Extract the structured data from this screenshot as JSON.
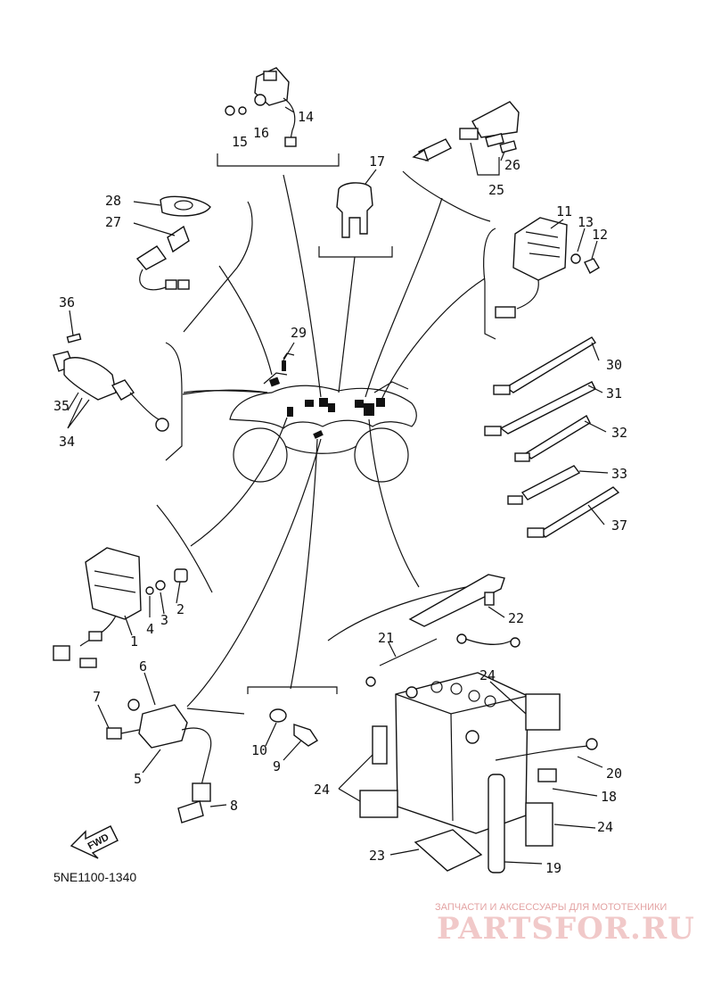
{
  "callouts": [
    {
      "n": "1"
    },
    {
      "n": "2"
    },
    {
      "n": "3"
    },
    {
      "n": "4"
    },
    {
      "n": "5"
    },
    {
      "n": "6"
    },
    {
      "n": "7"
    },
    {
      "n": "8"
    },
    {
      "n": "9"
    },
    {
      "n": "10"
    },
    {
      "n": "11"
    },
    {
      "n": "12"
    },
    {
      "n": "13"
    },
    {
      "n": "14"
    },
    {
      "n": "15"
    },
    {
      "n": "16"
    },
    {
      "n": "17"
    },
    {
      "n": "18"
    },
    {
      "n": "19"
    },
    {
      "n": "20"
    },
    {
      "n": "21"
    },
    {
      "n": "22"
    },
    {
      "n": "23"
    },
    {
      "n": "24"
    },
    {
      "n": "25"
    },
    {
      "n": "26"
    },
    {
      "n": "27"
    },
    {
      "n": "28"
    },
    {
      "n": "29"
    },
    {
      "n": "30"
    },
    {
      "n": "31"
    },
    {
      "n": "32"
    },
    {
      "n": "33"
    },
    {
      "n": "34"
    },
    {
      "n": "35"
    },
    {
      "n": "36"
    },
    {
      "n": "37"
    }
  ],
  "diagram_code": "5NE1100-1340",
  "fwd_label": "FWD",
  "watermark": {
    "tagline": "ЗАПЧАСТИ И АКСЕССУАРЫ ДЛЯ МОТОТЕХНИКИ",
    "logo": "PARTSFOR.RU",
    "color": "#e06a6a"
  }
}
